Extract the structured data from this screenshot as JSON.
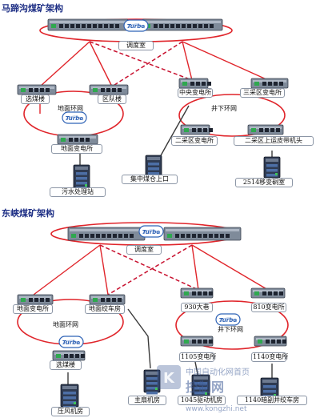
{
  "colors": {
    "ring": "#e0242a",
    "dashed": "#c8102e",
    "cable": "#3a3a3a",
    "title": "#1e2f85",
    "switch_body": "#7f8b9a",
    "device": "#2f3b52",
    "turbo_ring": "#2f63b6",
    "watermark": "#3c5a96"
  },
  "icons": [
    "managed-switch-icon",
    "io-module-icon",
    "turbo-ring-logo-icon",
    "watermark-logo-icon"
  ],
  "diagram1": {
    "title": "马蹄沟煤矿架构",
    "turbo_logo_text": "Turbo",
    "control_room": "调度室",
    "nodes": {
      "coal_wash": "选煤楼",
      "district_team": "区队楼",
      "central_sub": "中央变电所",
      "third_sub": "三采区变电所",
      "surface_sub": "地面变电所",
      "second_sub": "二采区变电所",
      "belt_head": "二采区上运皮带机头",
      "sewage": "污水处理站",
      "coal_bunker": "集中煤仓上口",
      "chamber_2514": "2514移变硐室"
    },
    "rings": {
      "surface": "地面环网",
      "underground": "井下环网"
    }
  },
  "diagram2": {
    "title": "东峡煤矿架构",
    "turbo_logo_text": "Turbo",
    "control_room": "调度室",
    "nodes": {
      "surface_sub": "地面变电所",
      "winch_room": "地面绞车房",
      "sub_930": "930大巷",
      "sub_810": "810变电所",
      "coal_wash": "选煤楼",
      "sub_1105": "1105变电所",
      "sub_1140": "1140变电所",
      "fan_room": "主扇机房",
      "compressor": "压风机房",
      "drive_1045": "1045驱动机房",
      "winch_1140": "1140暗副井绞车房"
    },
    "rings": {
      "surface": "地面环网",
      "underground": "井下环网"
    }
  },
  "watermark": {
    "line1": "中国自动化网首页",
    "line2": "控制网",
    "url": "www.kongzhi.net"
  }
}
